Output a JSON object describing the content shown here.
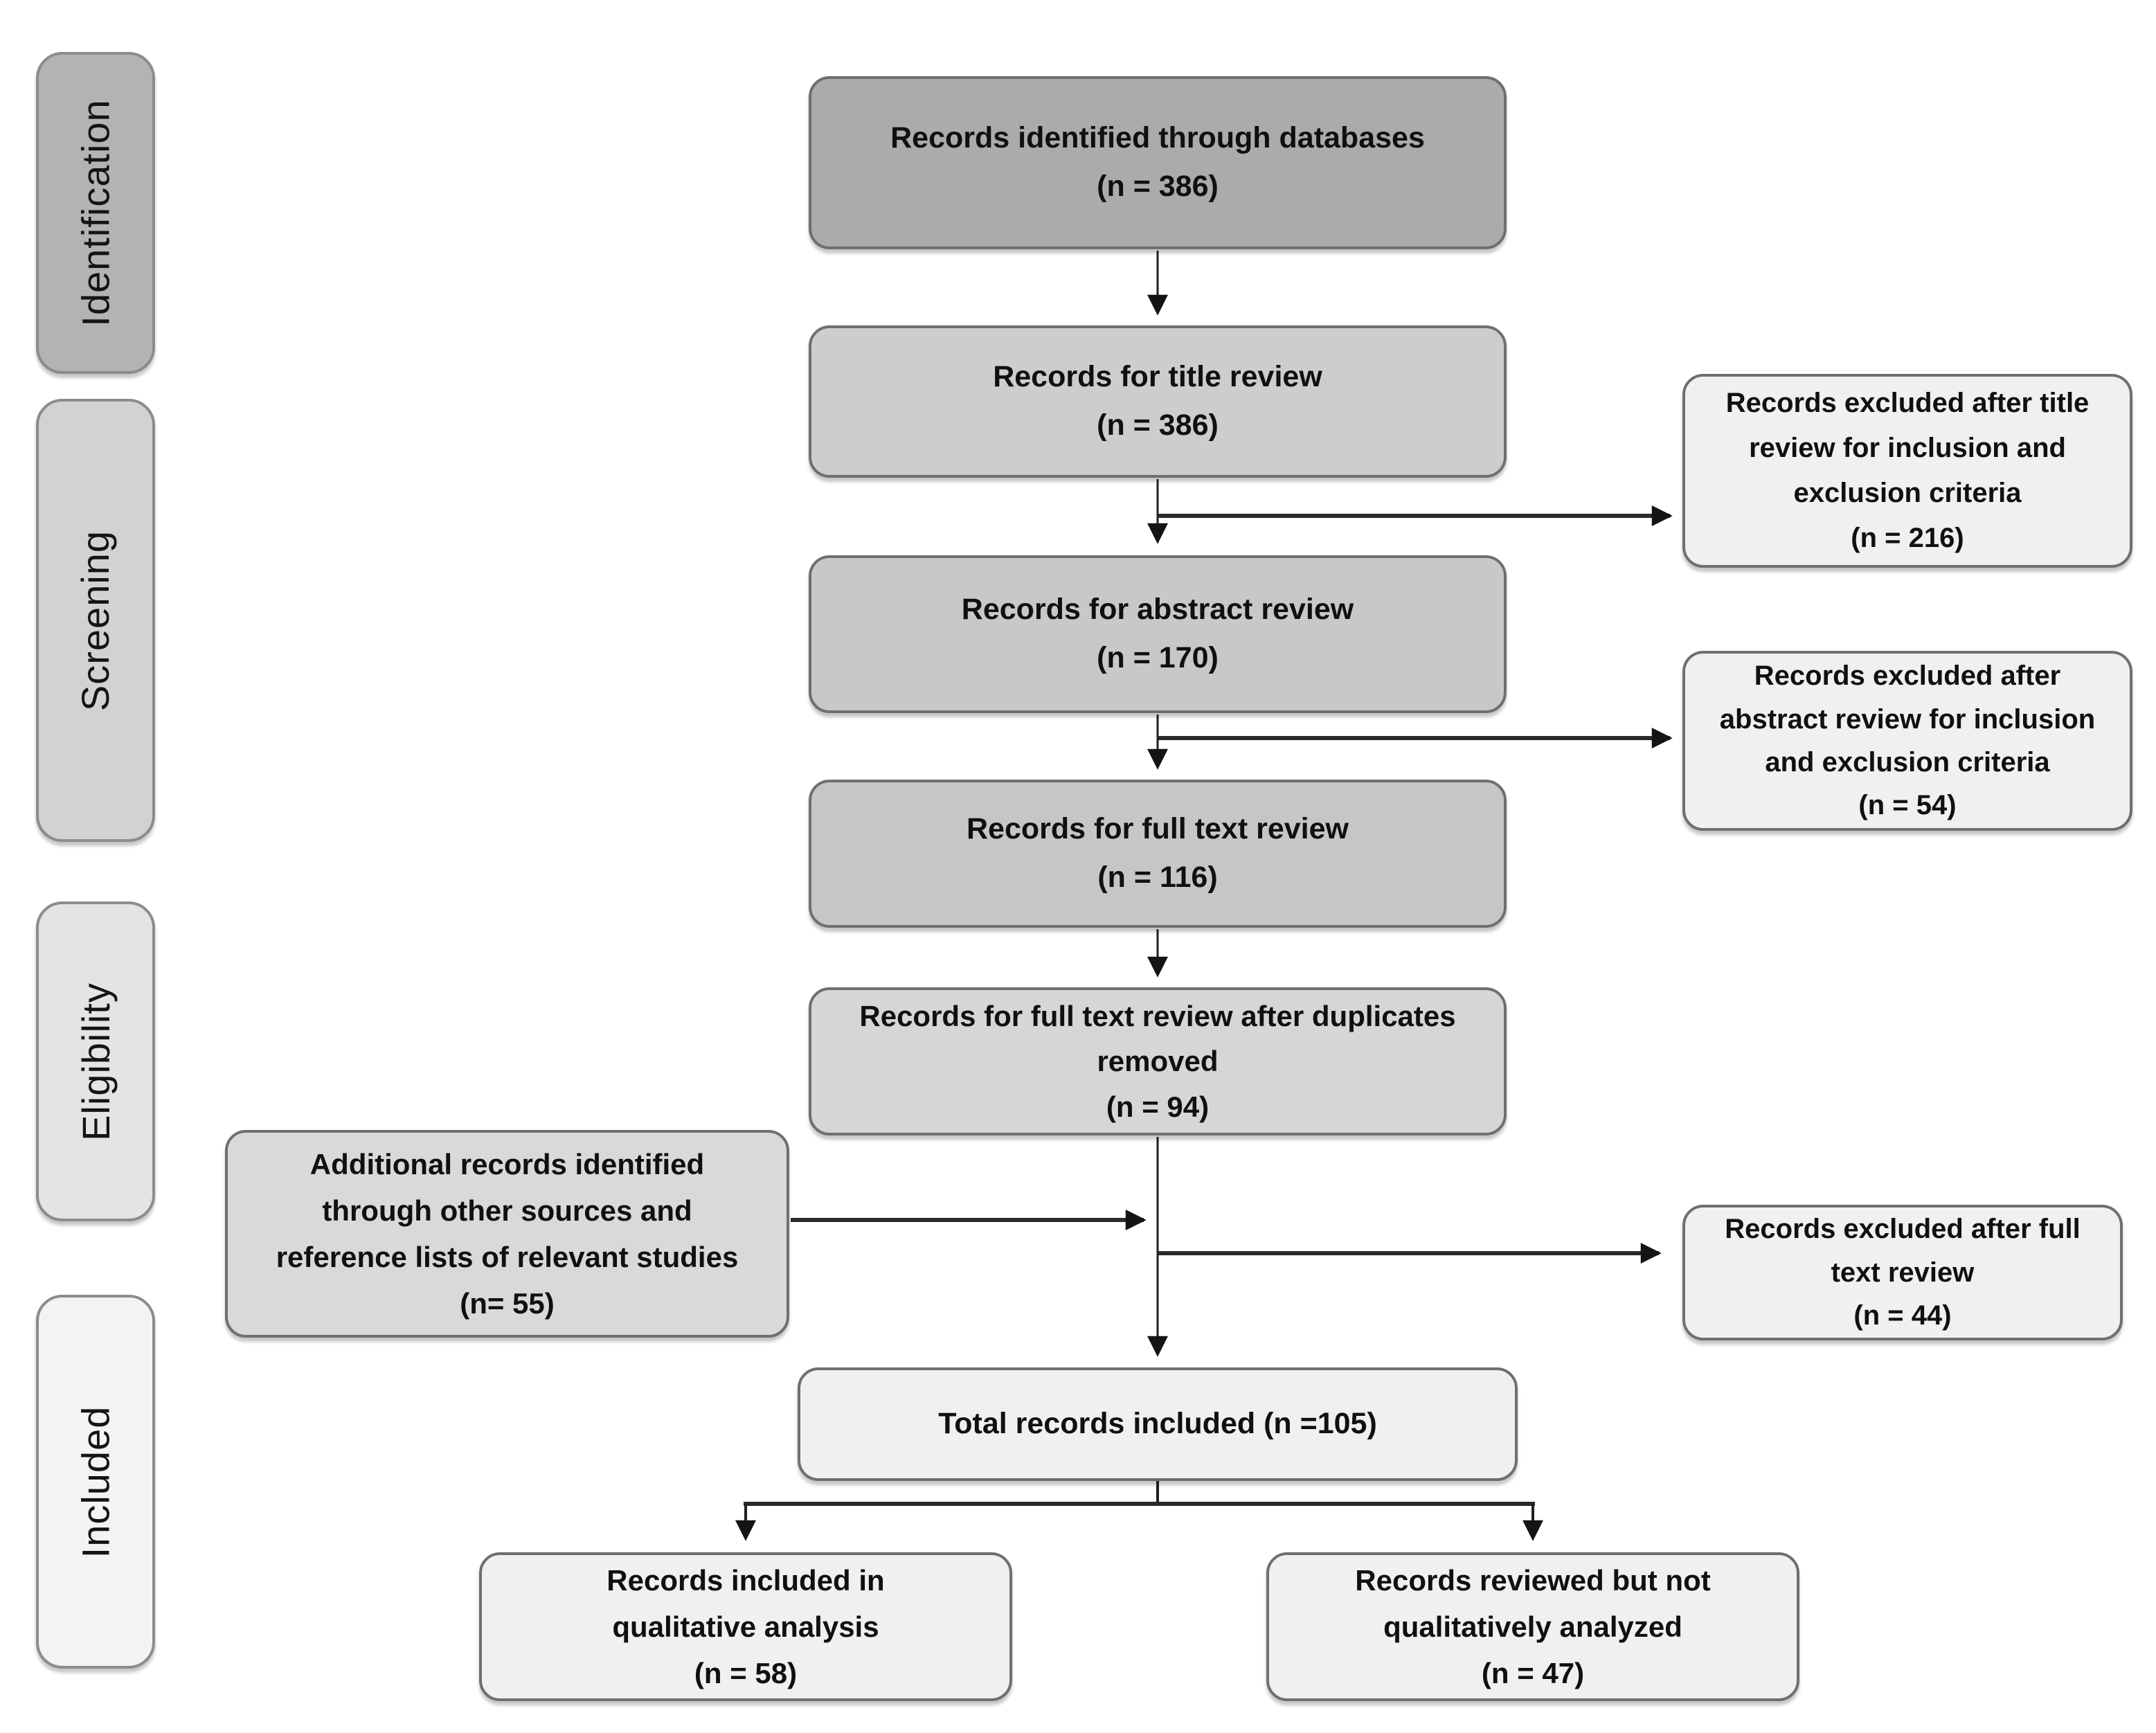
{
  "stages": [
    {
      "label": "Identification"
    },
    {
      "label": "Screening"
    },
    {
      "label": "Eligibility"
    },
    {
      "label": "Included"
    }
  ],
  "flow": {
    "identified": {
      "lines": [
        "Records identified through databases"
      ],
      "n": "(n = 386)"
    },
    "title_review": {
      "lines": [
        "Records for title review"
      ],
      "n": "(n = 386)"
    },
    "abstract_review": {
      "lines": [
        "Records for abstract review"
      ],
      "n": "(n = 170)"
    },
    "full_text_review": {
      "lines": [
        "Records for full text review"
      ],
      "n": "(n = 116)"
    },
    "full_text_dedup": {
      "lines": [
        "Records for full text review after duplicates",
        "removed"
      ],
      "n": "(n = 94)"
    },
    "additional_sources": {
      "lines": [
        "Additional records identified",
        "through other sources and",
        "reference lists of relevant studies"
      ],
      "n": "(n= 55)"
    },
    "total_included": {
      "lines": [
        "Total records included (n =105)"
      ]
    },
    "qualitative": {
      "lines": [
        "Records included in",
        "qualitative analysis"
      ],
      "n": "(n = 58)"
    },
    "not_qualitative": {
      "lines": [
        "Records reviewed but not",
        "qualitatively analyzed"
      ],
      "n": "(n = 47)"
    }
  },
  "excluded": {
    "after_title": {
      "lines": [
        "Records excluded after title",
        "review for inclusion and",
        "exclusion criteria"
      ],
      "n": "(n = 216)"
    },
    "after_abstract": {
      "lines": [
        "Records excluded after",
        "abstract review for inclusion",
        "and exclusion criteria"
      ],
      "n": "(n = 54)"
    },
    "after_full_text": {
      "lines": [
        "Records excluded after full",
        "text review"
      ],
      "n": "(n = 44)"
    }
  },
  "colors": {
    "box_identified": "#ababab",
    "box_title_review": "#cdcdcd",
    "box_abstract_review": "#c8c8c8",
    "box_full_text": "#c6c6c6",
    "box_dedup": "#d6d6d6",
    "box_additional": "#d9d9d9",
    "box_light": "#f0f0f0",
    "stage_identification": "#b3b3b3",
    "stage_screening": "#d2d2d2",
    "stage_eligibility": "#e4e4e4",
    "stage_included": "#f3f3f3",
    "border": "#6f6f6f",
    "arrow": "#1f1f1f",
    "text": "#101010"
  }
}
